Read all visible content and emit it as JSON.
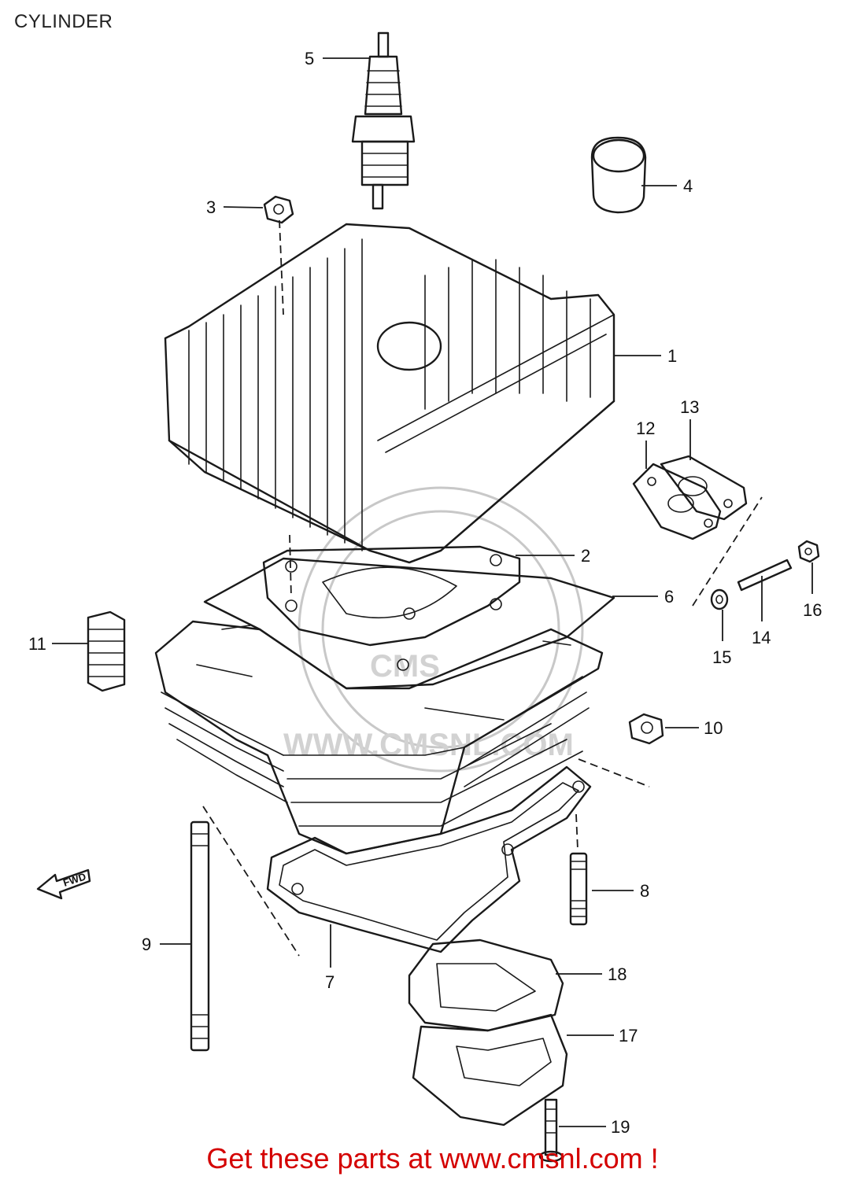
{
  "title": "CYLINDER",
  "footer": "Get these parts at www.cmsnl.com !",
  "watermark": "WWW.CMSNL.COM",
  "watermark_logo": "CMS",
  "fwd_label": "FWD",
  "callouts": [
    "1",
    "2",
    "3",
    "4",
    "5",
    "6",
    "7",
    "8",
    "9",
    "10",
    "11",
    "12",
    "13",
    "14",
    "15",
    "16",
    "17",
    "18",
    "19"
  ],
  "colors": {
    "footer_text": "#d40000",
    "line": "#1a1a1a",
    "watermark": "#c8c8c8"
  }
}
